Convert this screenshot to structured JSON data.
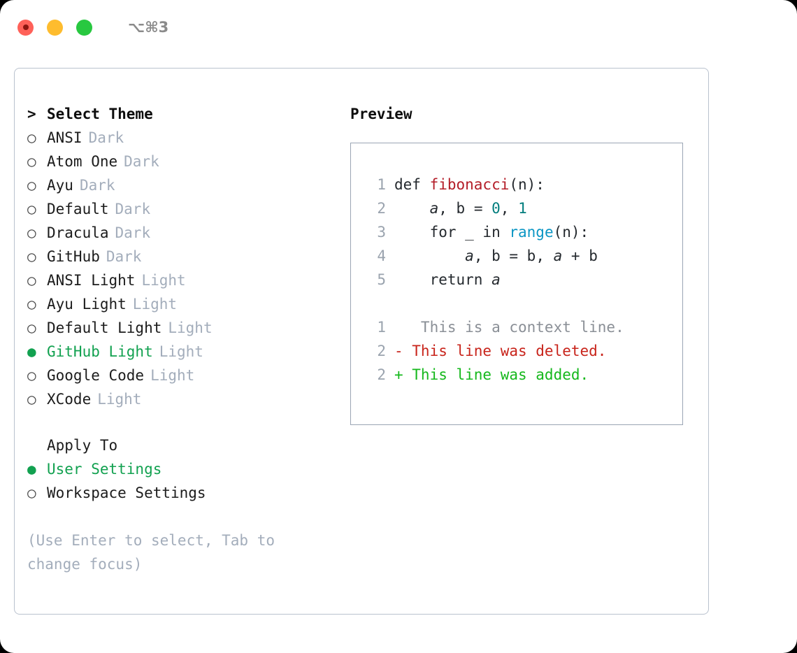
{
  "titlebar": {
    "shortcut": "⌥⌘3",
    "buttons": [
      {
        "name": "close",
        "color": "#ff6159"
      },
      {
        "name": "minimize",
        "color": "#febc2e"
      },
      {
        "name": "maximize",
        "color": "#28c840"
      }
    ]
  },
  "theme_list": {
    "header_marker": ">",
    "header": "Select Theme",
    "radio_unselected": "○",
    "radio_selected": "●",
    "items": [
      {
        "label": "ANSI",
        "suffix": "Dark",
        "selected": false
      },
      {
        "label": "Atom One",
        "suffix": "Dark",
        "selected": false
      },
      {
        "label": "Ayu",
        "suffix": "Dark",
        "selected": false
      },
      {
        "label": "Default",
        "suffix": "Dark",
        "selected": false
      },
      {
        "label": "Dracula",
        "suffix": "Dark",
        "selected": false
      },
      {
        "label": "GitHub",
        "suffix": "Dark",
        "selected": false
      },
      {
        "label": "ANSI Light",
        "suffix": "Light",
        "selected": false
      },
      {
        "label": "Ayu Light",
        "suffix": "Light",
        "selected": false
      },
      {
        "label": "Default Light",
        "suffix": "Light",
        "selected": false
      },
      {
        "label": "GitHub Light",
        "suffix": "Light",
        "selected": true
      },
      {
        "label": "Google Code",
        "suffix": "Light",
        "selected": false
      },
      {
        "label": "XCode",
        "suffix": "Light",
        "selected": false
      }
    ]
  },
  "apply_to": {
    "header": "Apply To",
    "items": [
      {
        "label": "User Settings",
        "selected": true
      },
      {
        "label": "Workspace Settings",
        "selected": false
      }
    ]
  },
  "hint": "(Use Enter to select, Tab to change focus)",
  "preview": {
    "title": "Preview",
    "code_lines": [
      {
        "no": "1",
        "parts": [
          {
            "t": "def ",
            "c": "plain"
          },
          {
            "t": "fibonacci",
            "c": "fn"
          },
          {
            "t": "(n):",
            "c": "plain"
          }
        ]
      },
      {
        "no": "2",
        "parts": [
          {
            "t": "    ",
            "c": "plain"
          },
          {
            "t": "a",
            "c": "var"
          },
          {
            "t": ", ",
            "c": "plain"
          },
          {
            "t": "b",
            "c": "plain"
          },
          {
            "t": " = ",
            "c": "plain"
          },
          {
            "t": "0",
            "c": "num"
          },
          {
            "t": ", ",
            "c": "plain"
          },
          {
            "t": "1",
            "c": "num"
          }
        ]
      },
      {
        "no": "3",
        "parts": [
          {
            "t": "    for _ in ",
            "c": "plain"
          },
          {
            "t": "range",
            "c": "call"
          },
          {
            "t": "(n):",
            "c": "plain"
          }
        ]
      },
      {
        "no": "4",
        "parts": [
          {
            "t": "        ",
            "c": "plain"
          },
          {
            "t": "a",
            "c": "var"
          },
          {
            "t": ", b = b, ",
            "c": "plain"
          },
          {
            "t": "a",
            "c": "var"
          },
          {
            "t": " + b",
            "c": "plain"
          }
        ]
      },
      {
        "no": "5",
        "parts": [
          {
            "t": "    return ",
            "c": "plain"
          },
          {
            "t": "a",
            "c": "var"
          }
        ]
      }
    ],
    "diff_lines": [
      {
        "no": "1",
        "sign": " ",
        "text": "  This is a context line.",
        "kind": "ctx"
      },
      {
        "no": "2",
        "sign": "-",
        "text": " This line was deleted.",
        "kind": "del"
      },
      {
        "no": "2",
        "sign": "+",
        "text": " This line was added.",
        "kind": "add"
      }
    ]
  },
  "colors": {
    "accent_green": "#12a150",
    "muted": "#a3adbb",
    "panel_border": "#b9c2ce",
    "preview_border": "#9aa5b4",
    "syntax_function": "#b31d28",
    "syntax_number": "#007d7d",
    "syntax_call": "#0b96c4",
    "diff_added": "#15b81c",
    "diff_deleted": "#c8241b",
    "diff_context": "#8a8f96"
  }
}
